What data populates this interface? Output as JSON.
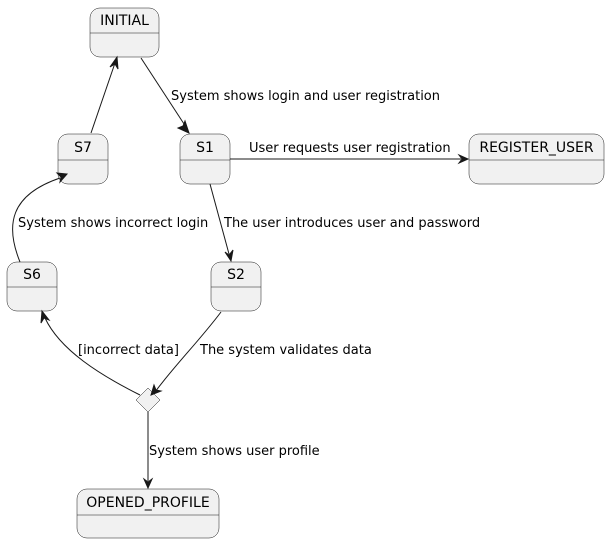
{
  "diagram": {
    "states": {
      "initial": "INITIAL",
      "s1": "S1",
      "s2": "S2",
      "s6": "S6",
      "s7": "S7",
      "register_user": "REGISTER_USER",
      "opened_profile": "OPENED_PROFILE"
    },
    "transitions": {
      "initial_to_s1": "System shows login and user registration",
      "s1_to_register": "User requests user registration",
      "s1_to_s2": "The user introduces user and password",
      "s2_to_choice": "The system validates data",
      "choice_to_s6": "[incorrect data]",
      "s6_to_s7": "System shows incorrect login",
      "choice_to_profile": "System shows user profile"
    }
  }
}
